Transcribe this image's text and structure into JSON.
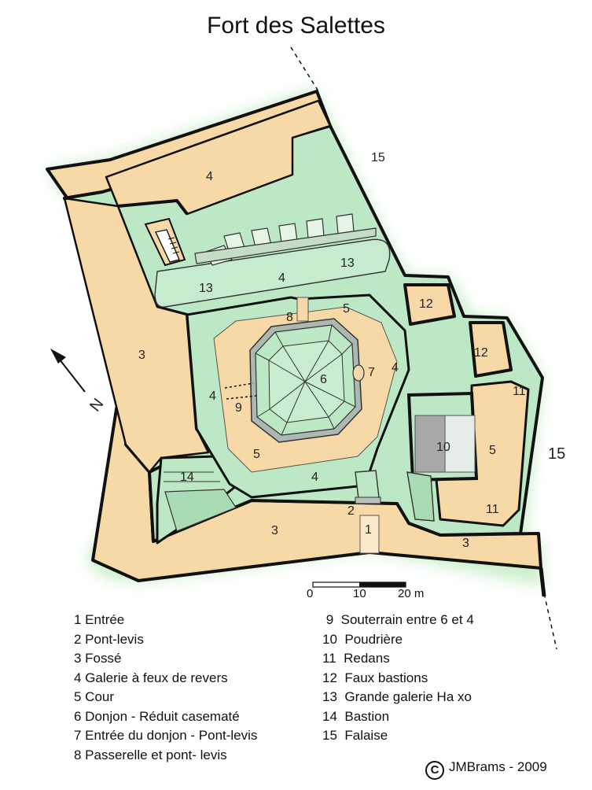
{
  "title": "Fort des Salettes",
  "colors": {
    "ditch": "#f7d9a8",
    "fort": "#bde8c6",
    "wall": "#111111",
    "glow": "#d8f2d9",
    "powder_dark": "#a8a8a8",
    "powder_light": "#e6ece8"
  },
  "map_labels": {
    "l1": "1",
    "l2": "2",
    "l3a": "3",
    "l3b": "3",
    "l3c": "3",
    "l4a": "4",
    "l4b": "4",
    "l4c": "4",
    "l4d": "4",
    "l4e": "4",
    "l5a": "5",
    "l5b": "5",
    "l5c": "5",
    "l6": "6",
    "l7": "7",
    "l8": "8",
    "l9": "9",
    "l10": "10",
    "l11a": "11",
    "l11b": "11",
    "l12a": "12",
    "l12b": "12",
    "l13a": "13",
    "l13b": "13",
    "l14": "14",
    "l15a": "15",
    "l15b": "15"
  },
  "north": "N",
  "scale": {
    "s0": "0",
    "s10": "10",
    "s20": "20 m"
  },
  "legend_left": [
    "1 Entrée",
    "2 Pont-levis",
    "3 Fossé",
    "4 Galerie à feux de revers",
    "5 Cour",
    "6 Donjon - Réduit casematé",
    "7 Entrée du donjon - Pont-levis",
    "8 Passerelle et pont- levis"
  ],
  "legend_right": [
    " 9  Souterrain entre 6 et 4",
    "10  Poudrière",
    "11  Redans",
    "12  Faux bastions",
    "13  Grande galerie Ha xo",
    "14  Bastion",
    "15  Falaise"
  ],
  "copyright": {
    "symbol": "C",
    "text": "JMBrams - 2009"
  }
}
